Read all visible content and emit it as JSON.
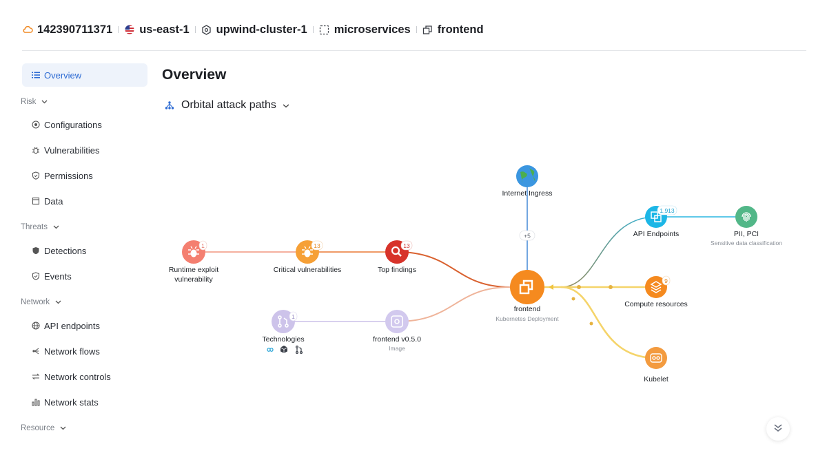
{
  "breadcrumb": {
    "account": "142390711371",
    "region": "us-east-1",
    "cluster": "upwind-cluster-1",
    "namespace": "microservices",
    "workload": "frontend"
  },
  "sidebar": {
    "overview": "Overview",
    "sections": [
      {
        "label": "Risk",
        "items": [
          "Configurations",
          "Vulnerabilities",
          "Permissions",
          "Data"
        ]
      },
      {
        "label": "Threats",
        "items": [
          "Detections",
          "Events"
        ]
      },
      {
        "label": "Network",
        "items": [
          "API endpoints",
          "Network flows",
          "Network controls",
          "Network stats"
        ]
      },
      {
        "label": "Resource",
        "items": []
      }
    ]
  },
  "main": {
    "title": "Overview",
    "graph_title": "Orbital attack paths"
  },
  "graph": {
    "runtime": {
      "label_1": "Runtime exploit",
      "label_2": "vulnerability",
      "badge": "1"
    },
    "critical": {
      "label": "Critical vulnerabilities",
      "badge": "13"
    },
    "findings": {
      "label": "Top findings",
      "badge": "13"
    },
    "technologies": {
      "label": "Technologies",
      "badge": "1"
    },
    "image": {
      "label": "frontend v0.5.0",
      "sub": "Image"
    },
    "frontend": {
      "label": "frontend",
      "sub": "Kubernetes Deployment"
    },
    "ingress": {
      "label": "Internet Ingress",
      "badge": "+5"
    },
    "api": {
      "label": "API Endpoints",
      "badge": "1,913"
    },
    "pii": {
      "label": "PII, PCI",
      "sub": "Sensitive data classification"
    },
    "compute": {
      "label": "Compute resources",
      "badge": "9"
    },
    "kubelet": {
      "label": "Kubelet"
    }
  },
  "colors": {
    "accent": "#2d6bd3",
    "orange": "#f58a1f",
    "red": "#d7332a",
    "salmon": "#f47f70",
    "cyan": "#1cb6e6",
    "green": "#52b788",
    "lavender": "#c9bfe6"
  }
}
